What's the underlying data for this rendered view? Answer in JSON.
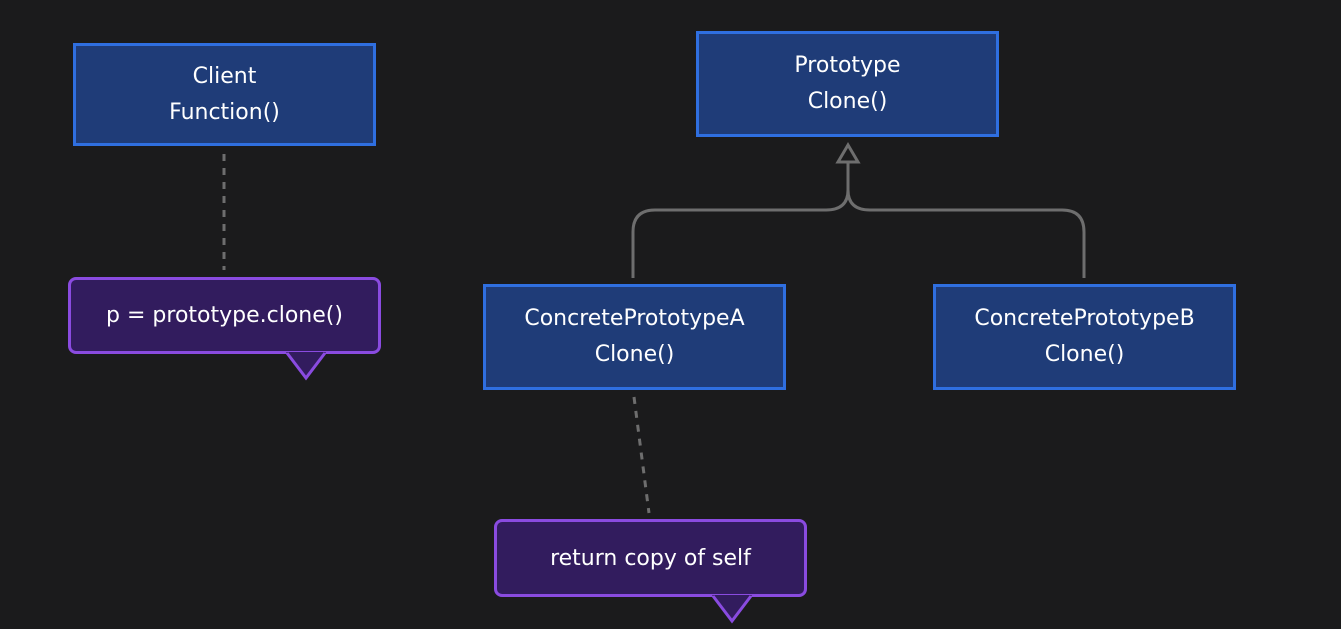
{
  "diagram": {
    "client": {
      "name": "Client",
      "method": "Function()"
    },
    "client_note": {
      "text": "p = prototype.clone()"
    },
    "prototype": {
      "name": "Prototype",
      "method": "Clone()"
    },
    "concrete_a": {
      "name": "ConcretePrototypeA",
      "method": "Clone()"
    },
    "concrete_b": {
      "name": "ConcretePrototypeB",
      "method": "Clone()"
    },
    "concrete_a_note": {
      "text": "return copy of self"
    },
    "colors": {
      "background": "#1b1b1c",
      "class_fill": "#1f3c78",
      "class_border": "#2f6fe0",
      "note_fill": "#321c5e",
      "note_border": "#8a4be0",
      "connector": "#6e6e6e"
    }
  }
}
